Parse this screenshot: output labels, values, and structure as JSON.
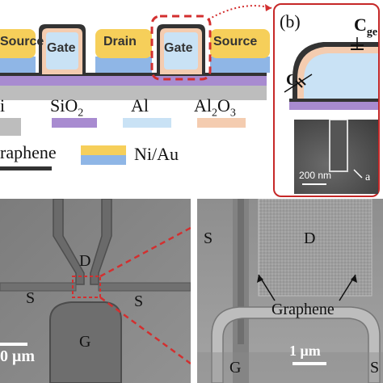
{
  "panel_a": {
    "top_labels": {
      "source_left": "Source",
      "gate_left": "Gate",
      "drain": "Drain",
      "gate_right": "Gate",
      "source_right": "Source"
    },
    "legend": {
      "si": "i",
      "sio2_base": "SiO",
      "sio2_sub": "2",
      "al": "Al",
      "al2o3_a": "Al",
      "al2o3_sub1": "2",
      "al2o3_b": "O",
      "al2o3_sub2": "3",
      "graphene": "raphene",
      "niau": "Ni/Au"
    }
  },
  "panel_b": {
    "label": "(b)",
    "cge_main": "C",
    "cge_sub": "ge",
    "cx_main": "C",
    "cx_sub": "x",
    "scale_bar": "200 nm",
    "arrow_text": "a"
  },
  "panel_c": {
    "label_d": "D",
    "label_s_left": "S",
    "label_s_right": "S",
    "label_g": "G",
    "scale_bar": "0 μm"
  },
  "panel_d": {
    "label_s": "S",
    "label_d": "D",
    "label_graphene": "Graphene",
    "label_g": "G",
    "label_s_right": "S",
    "scale_bar": "1 μm"
  },
  "colors": {
    "nonau_gold": "#f6cf5a",
    "niau_blue": "#8fb6e6",
    "al": "#c9e2f5",
    "al2o3": "#f4ccb0",
    "sio2": "#a88bd0",
    "si": "#bdbdbd",
    "graphene": "#333333",
    "accent_red": "#d32f2f"
  }
}
